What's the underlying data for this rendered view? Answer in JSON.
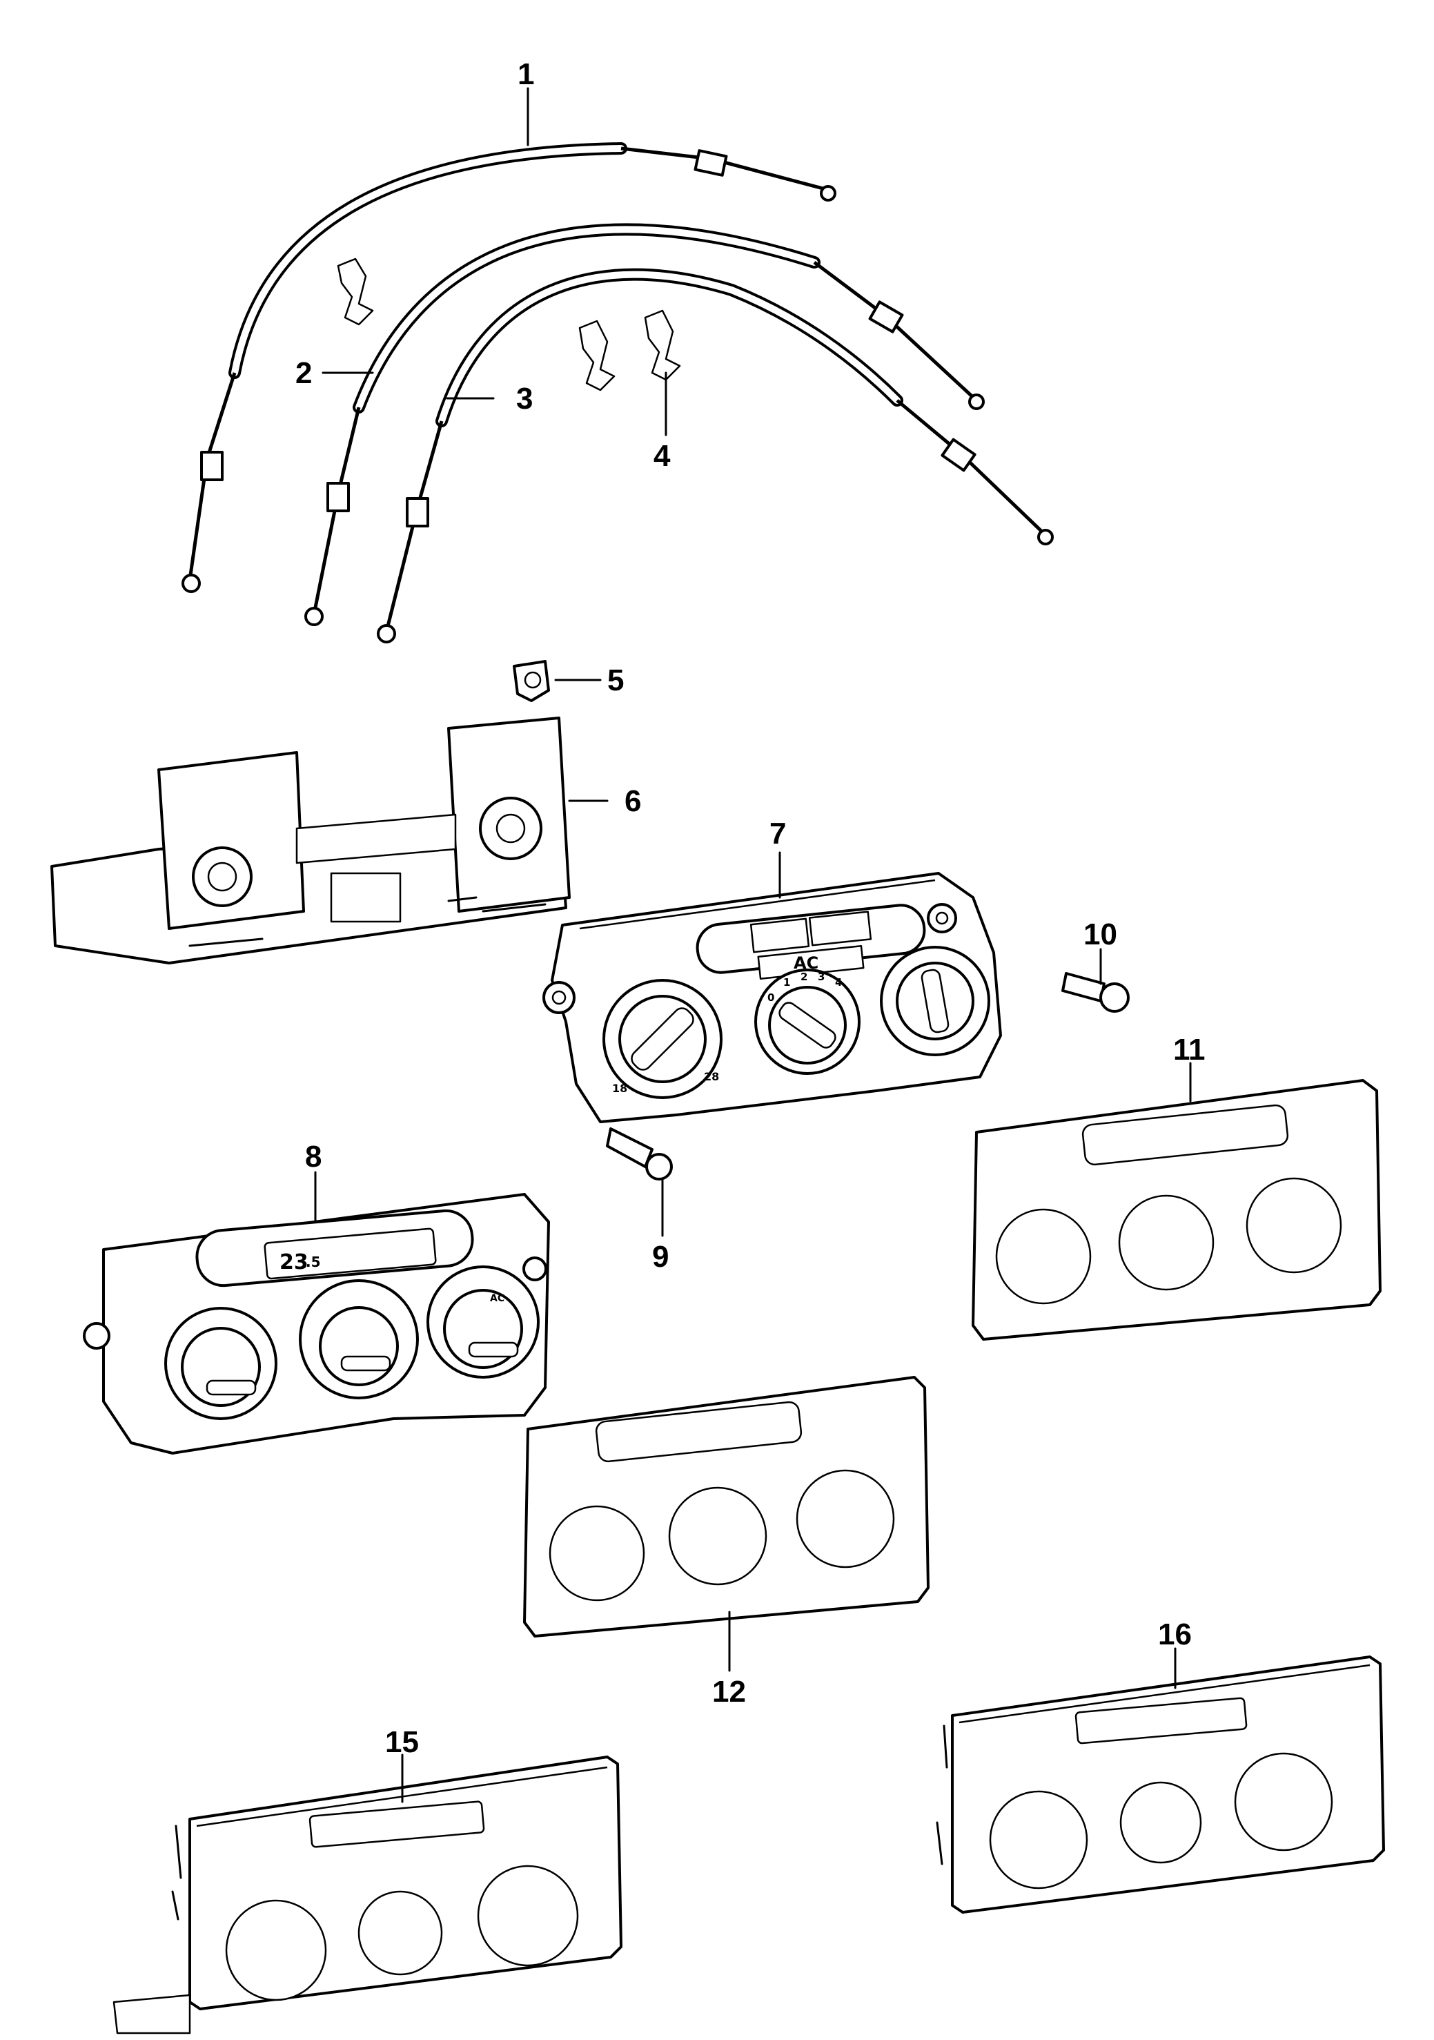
{
  "callouts": {
    "c1": "1",
    "c2": "2",
    "c3": "3",
    "c4": "4",
    "c5": "5",
    "c6": "6",
    "c7": "7",
    "c8": "8",
    "c9": "9",
    "c10": "10",
    "c11": "11",
    "c12": "12",
    "c15": "15",
    "c16": "16"
  },
  "panel7": {
    "ac_label": "AC",
    "temp_low": "18",
    "temp_high": "28",
    "fan_0": "0",
    "fan_1": "1",
    "fan_2": "2",
    "fan_3": "3",
    "fan_4": "4"
  },
  "panel8": {
    "display_temp": "23",
    "display_decimal": ".5",
    "ac_label": "AC"
  }
}
